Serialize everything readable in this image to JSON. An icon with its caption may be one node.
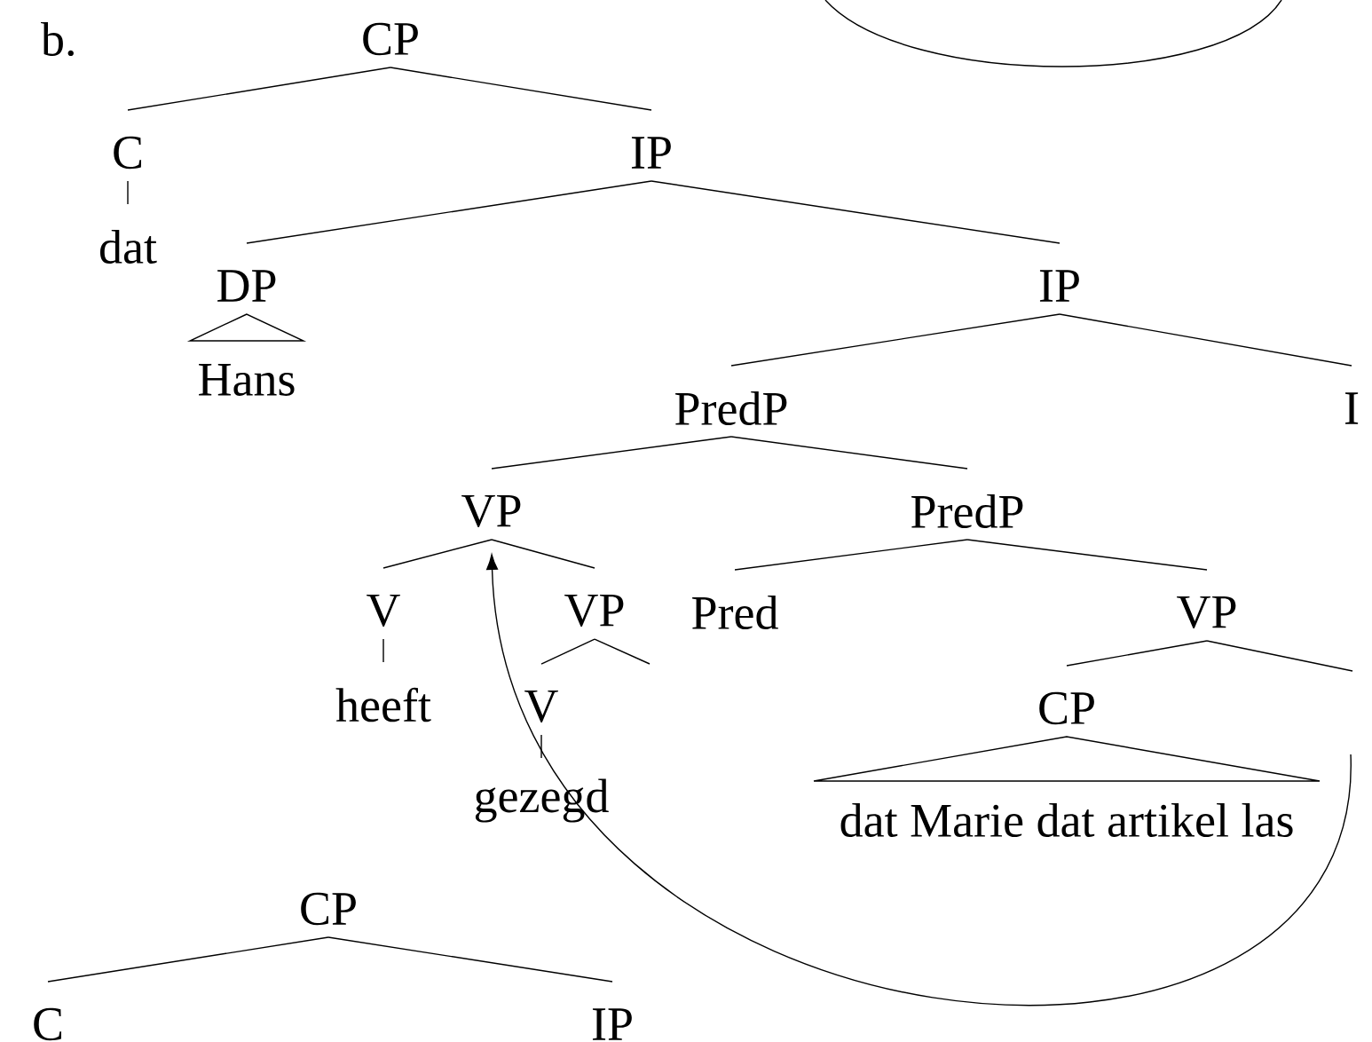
{
  "diagram": {
    "nodes": [
      {
        "text": [
          "CP"
        ]
      },
      {
        "text": [
          "C"
        ]
      },
      {
        "text": [
          "IP"
        ]
      },
      {
        "text": [
          "dat"
        ]
      },
      {
        "text": [
          "DP"
        ]
      },
      {
        "text": [
          "Hans"
        ]
      },
      {
        "text": [
          "IP"
        ]
      },
      {
        "text": [
          "PredP"
        ]
      },
      {
        "text": [
          "I"
        ]
      },
      {
        "text": [
          "VP"
        ]
      },
      {
        "text": [
          "PredP"
        ]
      },
      {
        "text": [
          "V"
        ]
      },
      {
        "text": [
          "VP"
        ]
      },
      {
        "text": [
          "Pred"
        ]
      },
      {
        "text": [
          "VP"
        ]
      },
      {
        "text": [
          "heeft"
        ]
      },
      {
        "text": [
          "V"
        ]
      },
      {
        "text": [
          "CP"
        ]
      },
      {
        "text": [
          "gezegd"
        ]
      },
      {
        "text": [
          "dat Marie dat artikel las"
        ]
      },
      {
        "text": [
          "CP"
        ]
      },
      {
        "text": [
          "C"
        ]
      },
      {
        "text": [
          "IP"
        ]
      }
    ],
    "edges": [
      {
        "from": 0,
        "to": 1,
        "arrow": "none"
      },
      {
        "from": 0,
        "to": 2,
        "arrow": "none"
      },
      {
        "from": 1,
        "to": 3,
        "arrow": "none"
      },
      {
        "from": 2,
        "to": 4,
        "arrow": "none"
      },
      {
        "from": 2,
        "to": 6,
        "arrow": "none"
      },
      {
        "from": 4,
        "to": 5,
        "arrow": "none"
      },
      {
        "from": 6,
        "to": 7,
        "arrow": "none"
      },
      {
        "from": 6,
        "to": 8,
        "arrow": "none"
      },
      {
        "from": 7,
        "to": 9,
        "arrow": "none"
      },
      {
        "from": 7,
        "to": 10,
        "arrow": "none"
      },
      {
        "from": 9,
        "to": 11,
        "arrow": "none"
      },
      {
        "from": 9,
        "to": 12,
        "arrow": "none"
      },
      {
        "from": 10,
        "to": 13,
        "arrow": "none"
      },
      {
        "from": 10,
        "to": 14,
        "arrow": "none"
      },
      {
        "from": 11,
        "to": 15,
        "arrow": "none"
      },
      {
        "from": 12,
        "to": 16,
        "arrow": "none"
      },
      {
        "from": 12,
        "to": null,
        "arrow": "none"
      },
      {
        "from": 14,
        "to": 17,
        "arrow": "none"
      },
      {
        "from": 14,
        "to": null,
        "arrow": "none"
      },
      {
        "from": 16,
        "to": 18,
        "arrow": "none"
      },
      {
        "from": 17,
        "to": 19,
        "arrow": "none"
      },
      {
        "from": 20,
        "to": 21,
        "arrow": "none"
      },
      {
        "from": 20,
        "to": 22,
        "arrow": "none"
      },
      {
        "from": null,
        "to": 9,
        "arrow": "to"
      }
    ],
    "labels": [
      "b."
    ]
  }
}
